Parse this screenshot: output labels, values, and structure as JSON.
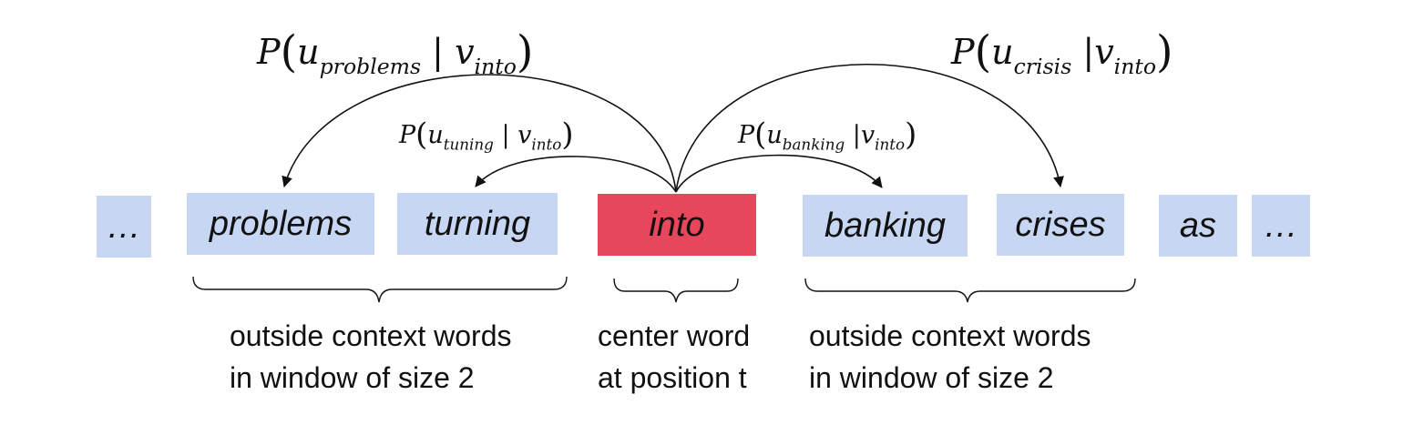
{
  "words": [
    {
      "id": "ellipsis-left",
      "text": "…",
      "role": "context"
    },
    {
      "id": "problems",
      "text": "problems",
      "role": "outside"
    },
    {
      "id": "turning",
      "text": "turning",
      "role": "outside"
    },
    {
      "id": "into",
      "text": "into",
      "role": "center"
    },
    {
      "id": "banking",
      "text": "banking",
      "role": "outside"
    },
    {
      "id": "crises",
      "text": "crises",
      "role": "outside"
    },
    {
      "id": "as",
      "text": "as",
      "role": "context"
    },
    {
      "id": "ellipsis-right",
      "text": "…",
      "role": "context"
    }
  ],
  "probabilities": {
    "problems": {
      "P": "P",
      "u": "u",
      "u_sub": "problems",
      "v": "v",
      "v_sub": "into"
    },
    "turning": {
      "P": "P",
      "u": "u",
      "u_sub": "tuning",
      "v": "v",
      "v_sub": "into"
    },
    "banking": {
      "P": "P",
      "u": "u",
      "u_sub": "banking",
      "v": "v",
      "v_sub": "into"
    },
    "crisis": {
      "P": "P",
      "u": "u",
      "u_sub": "crisis",
      "v": "v",
      "v_sub": "into"
    }
  },
  "captions": {
    "left": {
      "line1": "outside context words",
      "line2": "in window of size 2"
    },
    "center": {
      "line1": "center word",
      "line2": "at position t"
    },
    "right": {
      "line1": "outside context words",
      "line2": "in window of size 2"
    }
  },
  "colors": {
    "context_box": "#c6d6f3",
    "center_box": "#e8465a",
    "line": "#111111"
  }
}
